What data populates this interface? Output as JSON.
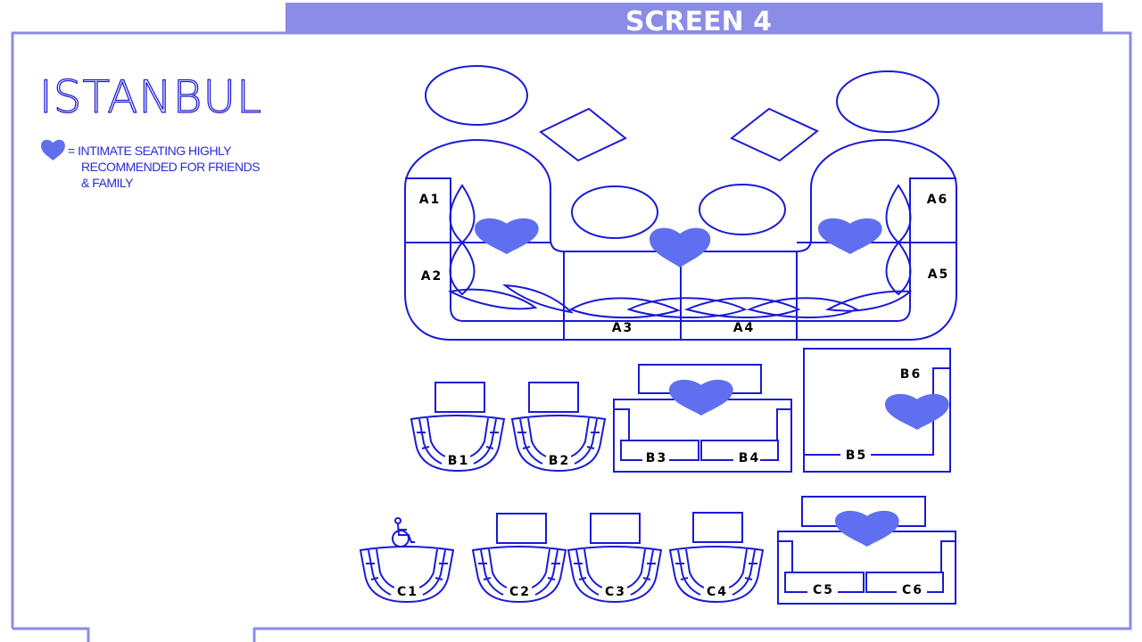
{
  "header": {
    "title": "SCREEN 4"
  },
  "venue": {
    "name": "ISTANBUL"
  },
  "legend": {
    "icon": "heart-icon",
    "lines": [
      "= INTIMATE SEATING HIGHLY",
      "RECOMMENDED FOR FRIENDS",
      "& FAMILY"
    ]
  },
  "seats": {
    "A1": "A1",
    "A2": "A2",
    "A3": "A3",
    "A4": "A4",
    "A5": "A5",
    "A6": "A6",
    "B1": "B1",
    "B2": "B2",
    "B3": "B3",
    "B4": "B4",
    "B5": "B5",
    "B6": "B6",
    "C1": "C1",
    "C2": "C2",
    "C3": "C3",
    "C4": "C4",
    "C5": "C5",
    "C6": "C6"
  },
  "accessibility": {
    "icon": "wheelchair-icon",
    "seat": "C1"
  },
  "colors": {
    "accent": "#8b8be8",
    "line": "#1a1ad6",
    "heart": "#5f6ff0"
  }
}
